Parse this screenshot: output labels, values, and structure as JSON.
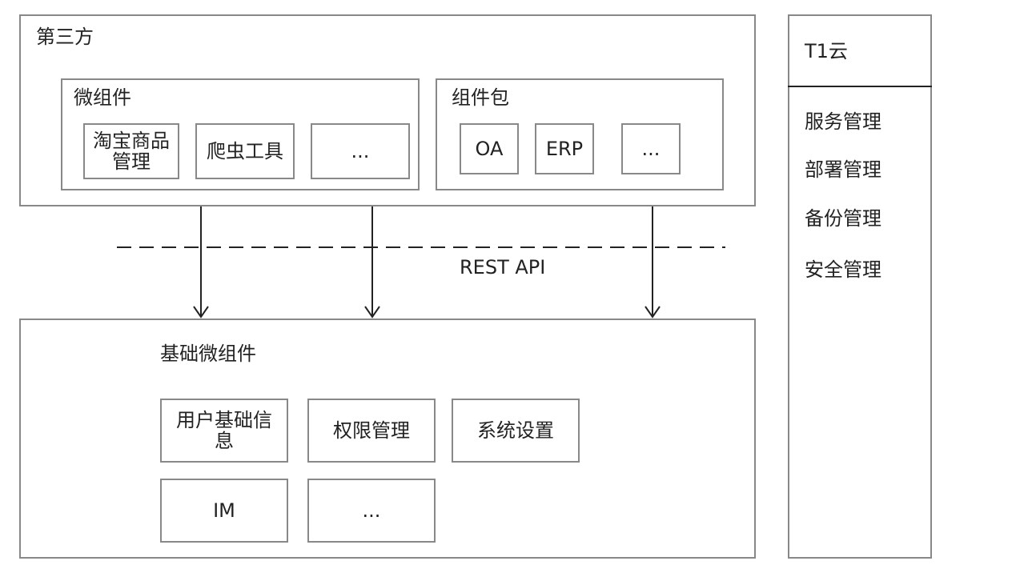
{
  "third_party": {
    "title": "第三方",
    "micro_components": {
      "title": "微组件",
      "items": [
        "淘宝商品管理",
        "爬虫工具",
        "..."
      ]
    },
    "component_packages": {
      "title": "组件包",
      "items": [
        "OA",
        "ERP",
        "..."
      ]
    }
  },
  "api_label": "REST API",
  "base_components": {
    "title": "基础微组件",
    "items": [
      "用户基础信息",
      "权限管理",
      "系统设置",
      "IM",
      "..."
    ]
  },
  "cloud_panel": {
    "title": "T1云",
    "items": [
      "服务管理",
      "部署管理",
      "备份管理",
      "安全管理"
    ]
  }
}
